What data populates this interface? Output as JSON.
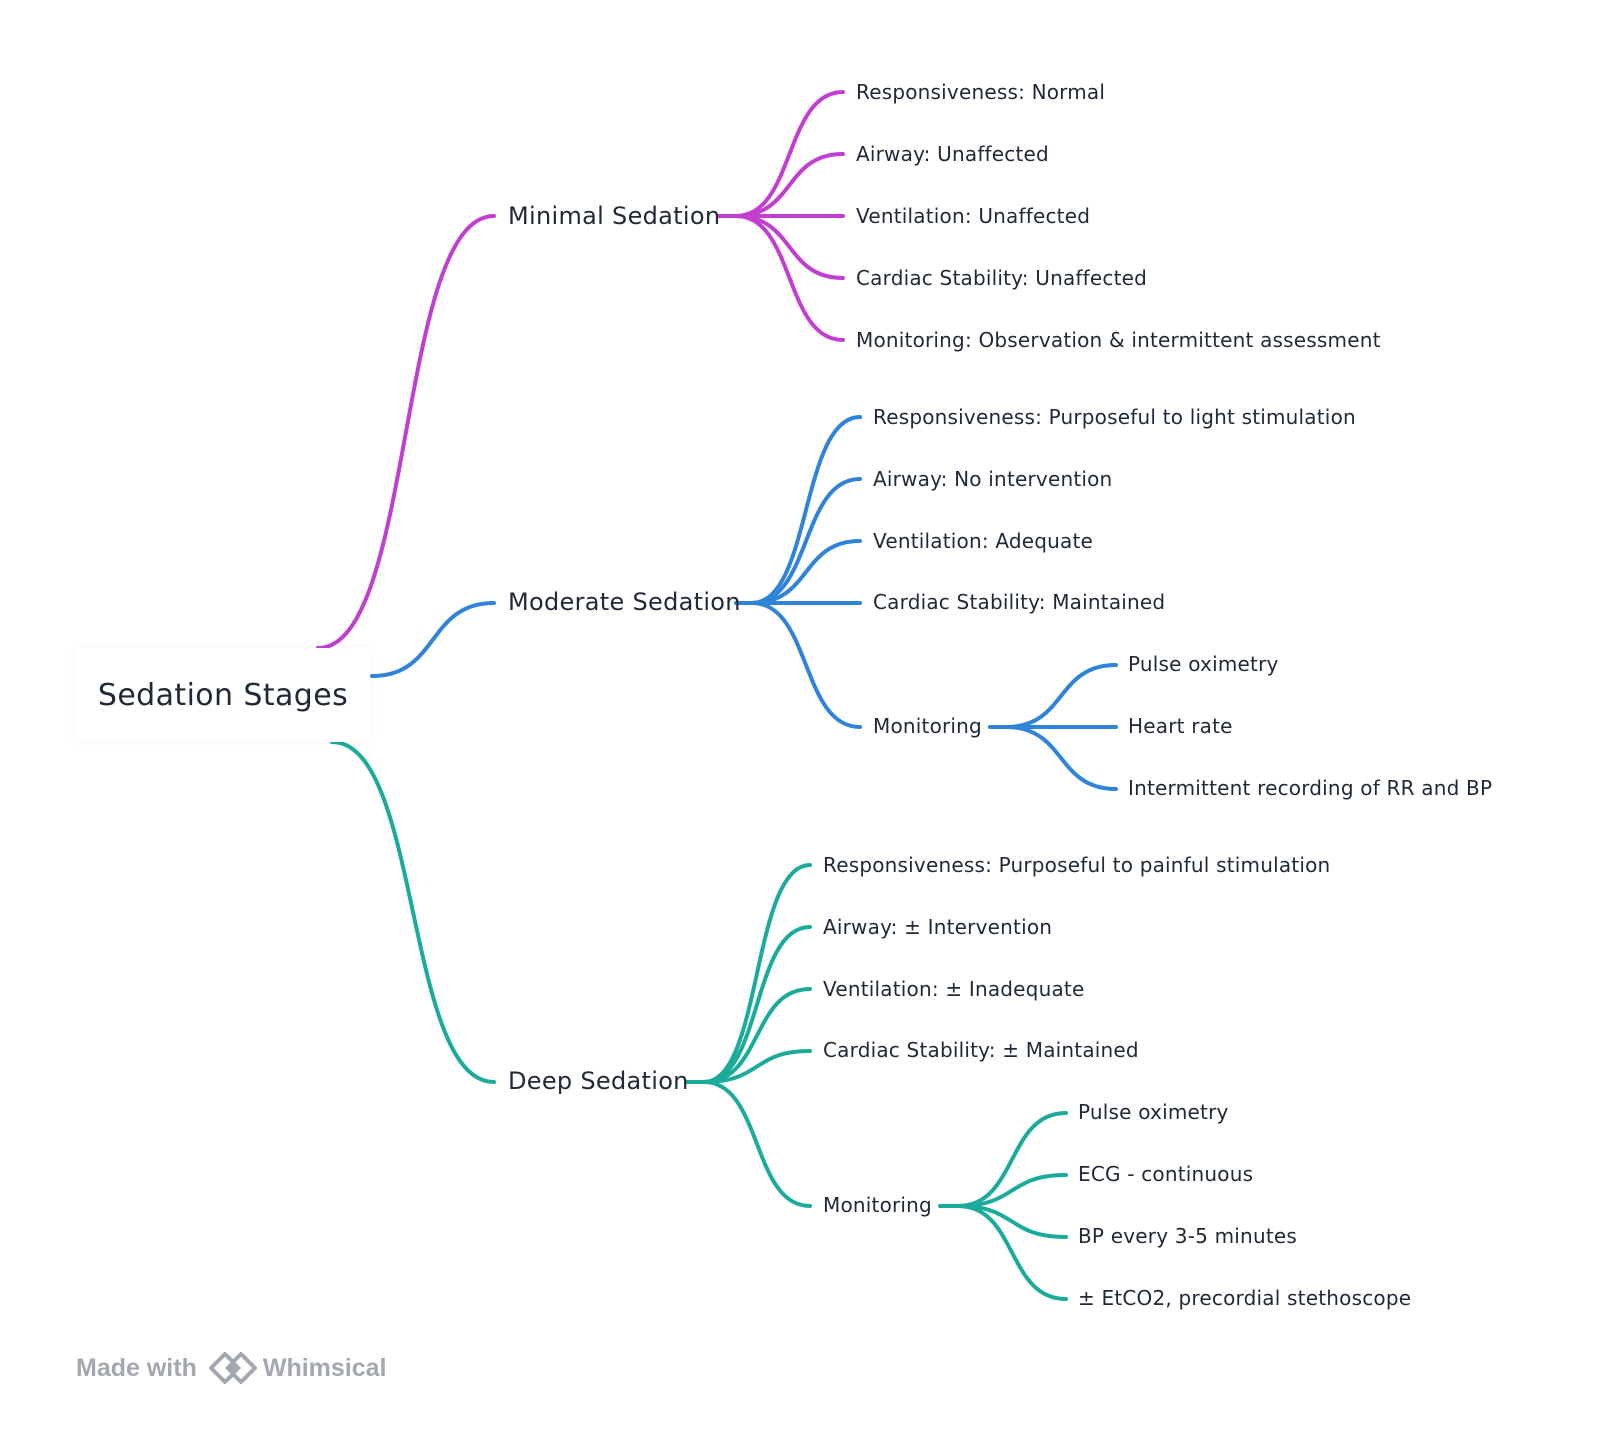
{
  "diagram": {
    "type": "mind-map",
    "colors": {
      "minimal": "#c13ed1",
      "moderate": "#2f84d9",
      "deep": "#1aab9b"
    },
    "root": {
      "label": "Sedation Stages"
    },
    "branches": [
      {
        "key": "minimal",
        "label": "Minimal Sedation",
        "children": [
          {
            "label": "Responsiveness: Normal"
          },
          {
            "label": "Airway: Unaffected"
          },
          {
            "label": "Ventilation: Unaffected"
          },
          {
            "label": "Cardiac Stability: Unaffected"
          },
          {
            "label": "Monitoring: Observation & intermittent assessment"
          }
        ]
      },
      {
        "key": "moderate",
        "label": "Moderate Sedation",
        "children": [
          {
            "label": "Responsiveness: Purposeful to light stimulation"
          },
          {
            "label": "Airway: No intervention"
          },
          {
            "label": "Ventilation: Adequate"
          },
          {
            "label": "Cardiac Stability: Maintained"
          },
          {
            "label": "Monitoring",
            "children": [
              {
                "label": "Pulse oximetry"
              },
              {
                "label": "Heart rate"
              },
              {
                "label": "Intermittent recording of RR and BP"
              }
            ]
          }
        ]
      },
      {
        "key": "deep",
        "label": "Deep Sedation",
        "children": [
          {
            "label": "Responsiveness: Purposeful to painful stimulation"
          },
          {
            "label": "Airway: ± Intervention"
          },
          {
            "label": "Ventilation: ± Inadequate"
          },
          {
            "label": "Cardiac Stability: ± Maintained"
          },
          {
            "label": "Monitoring",
            "children": [
              {
                "label": "Pulse oximetry"
              },
              {
                "label": "ECG - continuous"
              },
              {
                "label": "BP every 3-5 minutes"
              },
              {
                "label": "± EtCO2, precordial stethoscope"
              }
            ]
          }
        ]
      }
    ]
  },
  "footer": {
    "made_with": "Made with",
    "brand": "Whimsical",
    "logo_icon": "whimsical-logo-icon"
  }
}
